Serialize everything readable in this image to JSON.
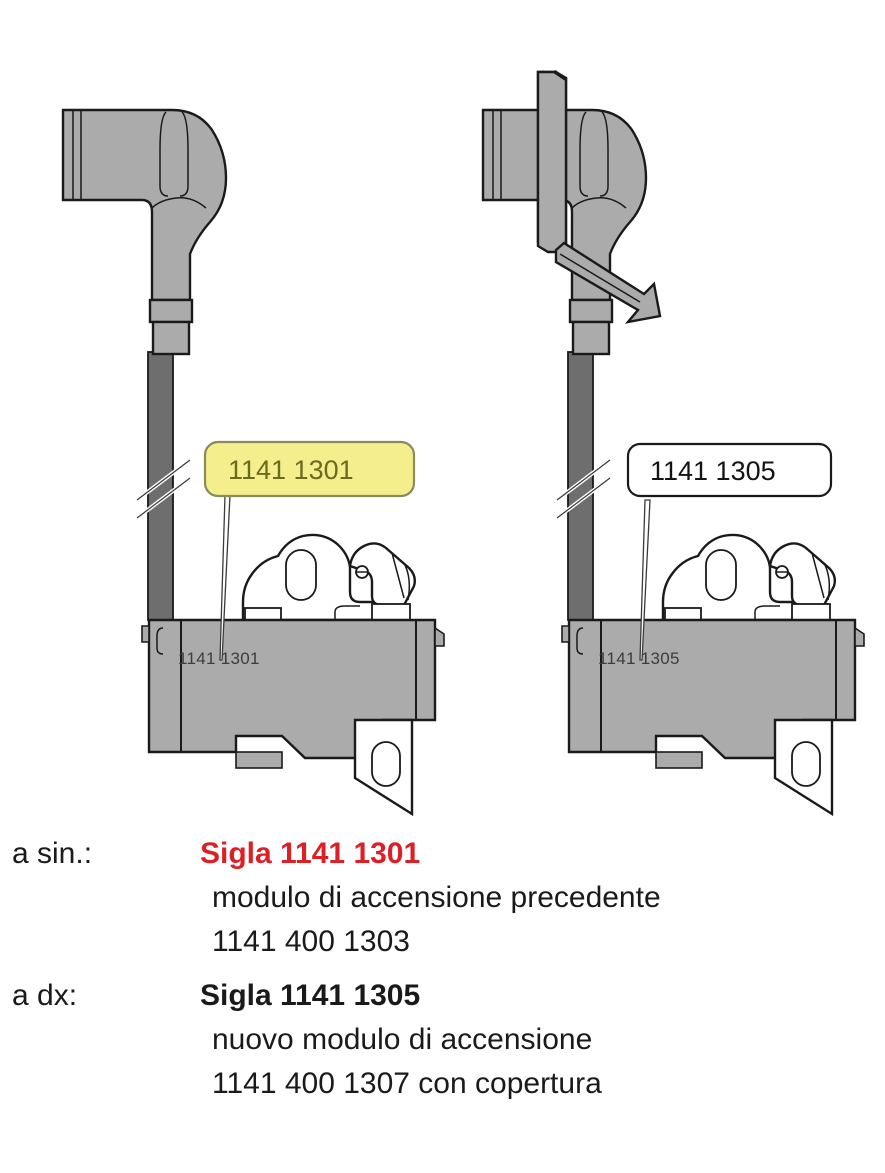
{
  "figure": {
    "title_alt": "Confronto moduli di accensione",
    "left_part": {
      "callout_label": "1141 1301",
      "callout_style": "highlighted-yellow",
      "body_marking": "1141 1301"
    },
    "right_part": {
      "callout_label": "1141 1305",
      "callout_style": "plain-white",
      "body_marking": "1141 1305"
    }
  },
  "caption": {
    "rows": [
      {
        "key": "a sin.:",
        "headline": "Sigla 1141 1301",
        "headline_color": "#dc2126",
        "lines": [
          "modulo di accensione precedente",
          "1141 400 1303"
        ]
      },
      {
        "key": "a dx:",
        "headline": "Sigla 1141 1305",
        "headline_color": "#1a1a1a",
        "lines": [
          "nuovo modulo di accensione",
          "1141 400 1307 con copertura"
        ]
      }
    ]
  },
  "colors": {
    "accent_red": "#dc2126",
    "body_gray": "#ababab",
    "cable_gray": "#6e6e6e",
    "outline": "#1a1a1a",
    "callout_yellow_fill": "#f5ee8c",
    "callout_yellow_border": "#8a8a5a",
    "callout_yellow_text": "#6b6b1f",
    "callout_white_fill": "#ffffff",
    "callout_white_border": "#1a1a1a",
    "page_background": "#ffffff"
  }
}
